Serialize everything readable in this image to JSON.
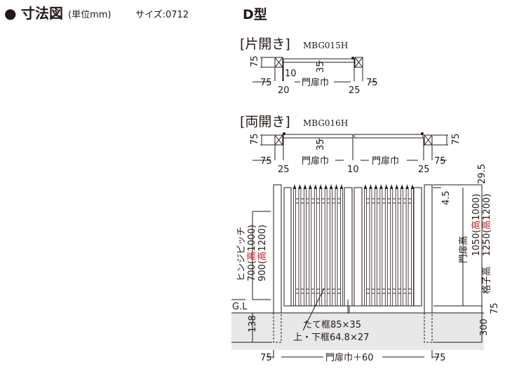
{
  "header": {
    "bullet": "●",
    "title": "寸法図",
    "unit": "(単位mm)",
    "size_label": "サイズ:0712",
    "model_type": "D型"
  },
  "single": {
    "title": "[片開き]",
    "code": "MBG015H",
    "dim_post": "75",
    "dim_post_left": "75",
    "dim_post_right": "75",
    "dim_20": "20",
    "dim_10": "10",
    "dim_35": "35",
    "dim_25": "25",
    "width_label": "門扉巾"
  },
  "double": {
    "title": "[両開き]",
    "code": "MBG016H",
    "dim_post": "75",
    "dim_post_right_v": "75",
    "dim_left": "75",
    "dim_right": "75",
    "dim_25_left": "25",
    "dim_10": "10",
    "dim_25_right": "25",
    "dim_35": "35",
    "width_label_left": "門扉巾",
    "width_label_right": "門扉巾"
  },
  "elevation": {
    "hinge_pitch_label": "ヒンジピッチ",
    "hinge_1": {
      "value": "700",
      "open": "(",
      "hi": "高",
      "rest": "1000)"
    },
    "hinge_2": {
      "value": "900",
      "open": "(",
      "hi": "高",
      "rest": "1200)"
    },
    "gl": "G.L",
    "dim_138": "138",
    "dim_29_5": "29.5",
    "dim_4_5": "4.5",
    "gate_height_label": "門扉高",
    "h_1": {
      "value": "1050",
      "open": "(",
      "hi": "高",
      "rest": "1000)"
    },
    "h_2": {
      "value": "1250",
      "open": "(",
      "hi": "高",
      "rest": "1200)"
    },
    "lattice_height_label": "格子高",
    "dim_75": "75",
    "dim_300": "300",
    "stile_label": "たて框85×35",
    "rail_label": "上・下框64.8×27",
    "bottom_left": "75",
    "bottom_width": "門扉巾＋60",
    "bottom_right": "75"
  },
  "colors": {
    "text": "#231815",
    "ground": "#e8e8e8",
    "accent_red": "#c8161d"
  }
}
